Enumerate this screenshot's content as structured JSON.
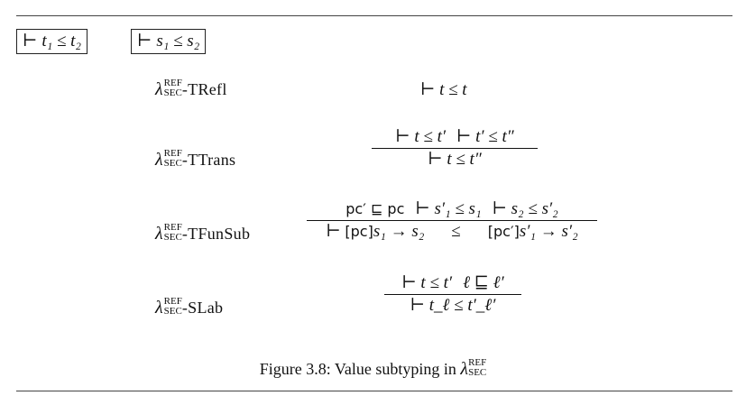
{
  "judgments": {
    "left_tstile": "⊢",
    "left_rest": "t₁ ≤ t₂",
    "right_tstile": "⊢",
    "right_rest": "s₁ ≤ s₂"
  },
  "calculus": {
    "lambda": "λ",
    "sup": "REF",
    "sub": "SEC"
  },
  "rules": {
    "trefl": {
      "name": "-TRefl",
      "conclusion": "⊢ t ≤ t"
    },
    "ttrans": {
      "name": "-TTrans",
      "premise1": "⊢ t ≤ t′",
      "premise2": "⊢ t′ ≤ t″",
      "conclusion": "⊢ t ≤ t″"
    },
    "tfunsub": {
      "name": "-TFunSub",
      "premise1_pc": "pc′ ⊑ pc",
      "premise2": "⊢ s′₁ ≤ s₁",
      "premise3": "⊢ s₂ ≤ s′₂",
      "concl_left_tstile": "⊢ ",
      "concl_left_pc": "[pc]",
      "concl_left_rest": "s₁ → s₂",
      "concl_leq": "≤",
      "concl_right_pc": "[pc′]",
      "concl_right_rest": "s′₁ → s′₂"
    },
    "slab": {
      "name": "-SLab",
      "premise1": "⊢ t ≤ t′",
      "premise2": "ℓ ⊑ ℓ′",
      "conclusion": "⊢ t_ℓ ≤ t′_ℓ′"
    }
  },
  "caption": {
    "text": "Figure 3.8: Value subtyping in "
  }
}
